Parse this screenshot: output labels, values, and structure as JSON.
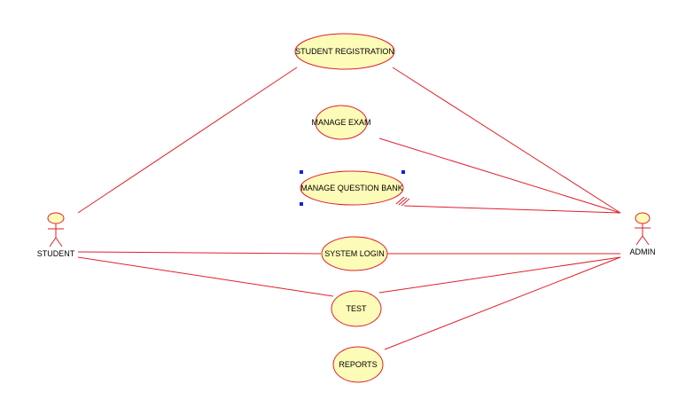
{
  "diagram": {
    "actors": [
      {
        "id": "student",
        "label": "STUDENT"
      },
      {
        "id": "admin",
        "label": "ADMIN"
      }
    ],
    "use_cases": [
      {
        "id": "student_registration",
        "label": "STUDENT REGISTRATION"
      },
      {
        "id": "manage_exam",
        "label": "MANAGE EXAM"
      },
      {
        "id": "manage_question_bank",
        "label": "MANAGE QUESTION BANK",
        "selected": true
      },
      {
        "id": "system_login",
        "label": "SYSTEM LOGIN"
      },
      {
        "id": "test",
        "label": "TEST"
      },
      {
        "id": "reports",
        "label": "REPORTS"
      }
    ],
    "associations": [
      {
        "from": "student",
        "to": "student_registration"
      },
      {
        "from": "student",
        "to": "system_login"
      },
      {
        "from": "student",
        "to": "test"
      },
      {
        "from": "admin",
        "to": "student_registration"
      },
      {
        "from": "admin",
        "to": "manage_exam"
      },
      {
        "from": "admin",
        "to": "manage_question_bank"
      },
      {
        "from": "admin",
        "to": "system_login"
      },
      {
        "from": "admin",
        "to": "test"
      },
      {
        "from": "admin",
        "to": "reports"
      }
    ],
    "colors": {
      "line": "#e0202a",
      "usecase_fill": "#fdfbb8",
      "actor_fill": "#fdfbb8",
      "selection_handle": "#1a1ae6"
    }
  }
}
